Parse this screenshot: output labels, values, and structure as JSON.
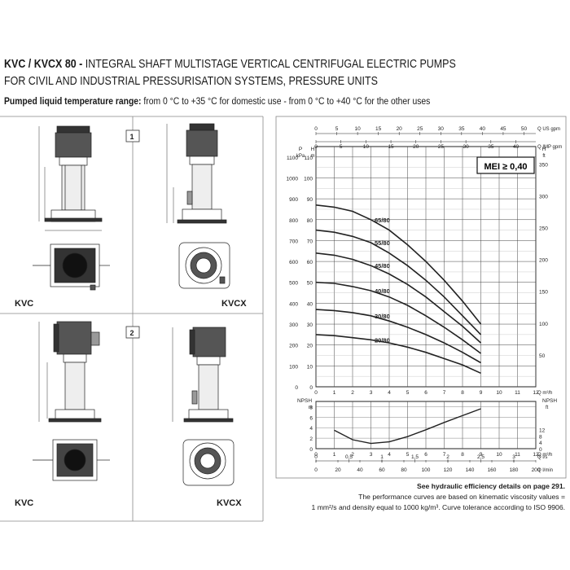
{
  "header": {
    "title_bold": "KVC / KVCX 80 -",
    "title_rest": "INTEGRAL SHAFT MULTISTAGE VERTICAL CENTRIFUGAL ELECTRIC PUMPS",
    "title_line2": "FOR CIVIL AND INDUSTRIAL PRESSURISATION SYSTEMS, PRESSURE UNITS",
    "temp_label": "Pumped liquid temperature range:",
    "temp_text": "from 0 °C to +35 °C for domestic use - from 0 °C to +40 °C for the other uses"
  },
  "drawings": {
    "box1_number": "1",
    "box2_number": "2",
    "kvc_label_1": "KVC",
    "kvcx_label_1": "KVCX",
    "kvc_label_2": "KVC",
    "kvcx_label_2": "KVCX"
  },
  "footer": {
    "see_details": "See hydraulic efficiency details on page 291.",
    "note_line1": "The performance curves are based on kinematic viscosity values =",
    "note_line2": "1 mm²/s and density equal to 1000 kg/m³. Curve tolerance according to ISO 9906."
  },
  "chart_data": {
    "type": "line",
    "mei_label": "MEI ≥ 0,40",
    "top_axis_us_label": "Q US gpm",
    "top_axis_imp_label": "Q IMP gpm",
    "us_gpm_ticks": [
      "0",
      "5",
      "10",
      "15",
      "20",
      "25",
      "30",
      "35",
      "40",
      "45",
      "50"
    ],
    "imp_gpm_ticks": [
      "0",
      "5",
      "10",
      "15",
      "20",
      "25",
      "30",
      "35",
      "40"
    ],
    "left_axis_label_p": "P",
    "left_axis_unit_kpa": "kPa",
    "left_axis_label_h": "H",
    "left_axis_unit_m": "m",
    "right_axis_label": "H",
    "right_axis_unit": "ft",
    "kpa_ticks": [
      "1100",
      "1000",
      "900",
      "800",
      "700",
      "600",
      "500",
      "400",
      "300",
      "200",
      "100",
      "0"
    ],
    "m_ticks": [
      "110",
      "100",
      "90",
      "80",
      "70",
      "60",
      "50",
      "40",
      "30",
      "20",
      "10",
      "0"
    ],
    "ft_ticks": [
      "350",
      "300",
      "250",
      "200",
      "150",
      "100",
      "50"
    ],
    "x_label_m3h": "Q m³/h",
    "x_ticks_m3h": [
      "0",
      "1",
      "2",
      "3",
      "4",
      "5",
      "6",
      "7",
      "8",
      "9",
      "10",
      "11",
      "12"
    ],
    "xlim": [
      0,
      12
    ],
    "ylim_m": [
      0,
      115
    ],
    "series": [
      {
        "name": "65/80",
        "x": [
          0,
          1,
          2,
          3,
          4,
          5,
          6,
          7,
          8,
          9
        ],
        "y": [
          87,
          86,
          84,
          80,
          75,
          68,
          60,
          51,
          41,
          30
        ]
      },
      {
        "name": "55/80",
        "x": [
          0,
          1,
          2,
          3,
          4,
          5,
          6,
          7,
          8,
          9
        ],
        "y": [
          75,
          74,
          72,
          69,
          64,
          58,
          51,
          43,
          34,
          25
        ]
      },
      {
        "name": "45/80",
        "x": [
          0,
          1,
          2,
          3,
          4,
          5,
          6,
          7,
          8,
          9
        ],
        "y": [
          64,
          63,
          61,
          58,
          54,
          49,
          43,
          36,
          29,
          21
        ]
      },
      {
        "name": "40/80",
        "x": [
          0,
          1,
          2,
          3,
          4,
          5,
          6,
          7,
          8,
          9
        ],
        "y": [
          50,
          49.5,
          48,
          46,
          43,
          39,
          34,
          28.5,
          22.5,
          16
        ]
      },
      {
        "name": "30/80",
        "x": [
          0,
          1,
          2,
          3,
          4,
          5,
          6,
          7,
          8,
          9
        ],
        "y": [
          37,
          36.5,
          35.5,
          34,
          31.5,
          28.5,
          25,
          21,
          16.5,
          11.5
        ]
      },
      {
        "name": "20/80",
        "x": [
          0,
          1,
          2,
          3,
          4,
          5,
          6,
          7,
          8,
          9
        ],
        "y": [
          25,
          24.5,
          23.5,
          22.5,
          21,
          19,
          16.5,
          13.5,
          10.5,
          6.5
        ]
      }
    ],
    "npsh": {
      "label": "NPSH",
      "unit_m": "m",
      "unit_ft": "ft",
      "m_ticks": [
        "8",
        "6",
        "4",
        "2",
        "0"
      ],
      "ft_ticks": [
        "12",
        "8",
        "4",
        "0"
      ],
      "ylim_m": [
        0,
        9
      ],
      "x": [
        1,
        2,
        3,
        4,
        5,
        6,
        7,
        8,
        9
      ],
      "y": [
        3.5,
        1.7,
        1.0,
        1.3,
        2.3,
        3.6,
        5.0,
        6.3,
        7.6
      ]
    },
    "bottom_axis_m3h": {
      "label": "Q m³/h",
      "ticks": [
        "0",
        "1",
        "2",
        "3",
        "4",
        "5",
        "6",
        "7",
        "8",
        "9",
        "10",
        "11",
        "12"
      ]
    },
    "bottom_axis_ls": {
      "label": "Q l/s",
      "ticks": [
        "0",
        "0,5",
        "1",
        "1,5",
        "2",
        "2,5",
        "3"
      ]
    },
    "bottom_axis_lmin": {
      "label": "Q l/min",
      "ticks": [
        "0",
        "20",
        "40",
        "60",
        "80",
        "100",
        "120",
        "140",
        "160",
        "180",
        "200"
      ]
    }
  }
}
